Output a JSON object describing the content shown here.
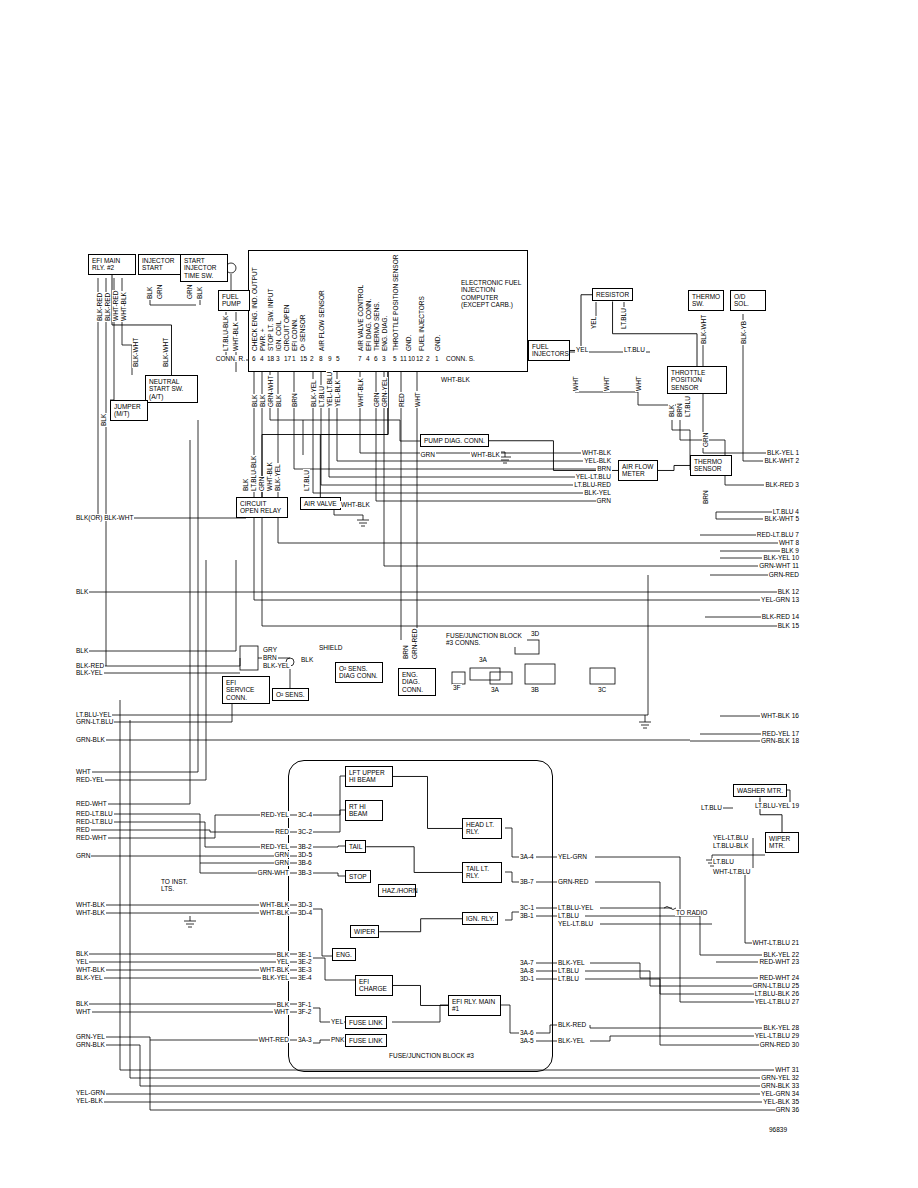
{
  "diagram": {
    "nodes": [
      {
        "text": [
          "ELECTRONIC FUEL INJECTION COMPUTER (EXCEPT CARB.)"
        ]
      },
      {
        "text": [
          "EFI MAIN RLY. #2"
        ]
      },
      {
        "text": [
          "INJECTOR START"
        ]
      },
      {
        "text": [
          "START INJECTOR TIME SW."
        ]
      },
      {
        "text": [
          "FUEL PUMP"
        ]
      },
      {
        "text": [
          "RESISTOR"
        ]
      },
      {
        "text": [
          "FUEL INJECTORS"
        ]
      },
      {
        "text": [
          "THERMO SW."
        ]
      },
      {
        "text": [
          "O/D SOL."
        ]
      },
      {
        "text": [
          "THROTTLE POSITION SENSOR"
        ]
      },
      {
        "text": [
          "THERMO SENSOR"
        ]
      },
      {
        "text": [
          "NEUTRAL START SW. (A/T)"
        ]
      },
      {
        "text": [
          "JUMPER (M/T)"
        ]
      },
      {
        "text": [
          "CIRCUIT OPEN RELAY"
        ]
      },
      {
        "text": [
          "AIR VALVE"
        ]
      },
      {
        "text": [
          "PUMP DIAG. CONN."
        ]
      },
      {
        "text": [
          "AIR FLOW METER"
        ]
      },
      {
        "text": [
          "EFI SERVICE CONN."
        ]
      },
      {
        "text": [
          "O² SENS."
        ]
      },
      {
        "text": [
          "O² SENS. DIAG CONN."
        ]
      },
      {
        "text": [
          "ENG. DIAG. CONN."
        ]
      },
      {
        "text": [
          "FUSE/JUNCTION BLOCK #3"
        ]
      },
      {
        "text": [
          "LFT UPPER HI BEAM"
        ],
        "in": 21
      },
      {
        "text": [
          "RT HI BEAM"
        ],
        "in": 21
      },
      {
        "text": [
          "TAIL"
        ],
        "in": 21
      },
      {
        "text": [
          "STOP"
        ],
        "in": 21
      },
      {
        "text": [
          "HAZ./HORN"
        ],
        "in": 21
      },
      {
        "text": [
          "WIPER"
        ],
        "in": 21
      },
      {
        "text": [
          "ENG."
        ],
        "in": 21
      },
      {
        "text": [
          "EFI CHARGE"
        ],
        "in": 21
      },
      {
        "text": [
          "HEAD LT. RLY."
        ],
        "in": 21
      },
      {
        "text": [
          "TAIL LT. RLY."
        ],
        "in": 21
      },
      {
        "text": [
          "IGN. RLY."
        ],
        "in": 21
      },
      {
        "text": [
          "EFI RLY. MAIN #1"
        ],
        "in": 21
      },
      {
        "text": [
          "FUSE LINK"
        ],
        "in": 21
      },
      {
        "text": [
          "FUSE LINK"
        ],
        "in": 21
      },
      {
        "text": [
          "WASHER MTR."
        ]
      },
      {
        "text": [
          "WIPER MTR."
        ]
      }
    ],
    "edges": [
      {
        "from": 11,
        "to": 1,
        "arrow": "none"
      },
      {
        "from": 2,
        "to": 3,
        "arrow": "none"
      },
      {
        "from": 13,
        "to": 0,
        "arrow": "none"
      },
      {
        "from": 14,
        "to": 0,
        "arrow": "none"
      },
      {
        "from": 16,
        "to": 15,
        "arrow": "none"
      },
      {
        "from": 9,
        "to": 5,
        "arrow": "none"
      },
      {
        "from": 6,
        "to": 5,
        "arrow": "none"
      },
      {
        "from": 10,
        "to": 16,
        "arrow": "none"
      },
      {
        "from": 30,
        "to": 22,
        "arrow": "none"
      },
      {
        "from": 31,
        "to": 24,
        "arrow": "none"
      },
      {
        "from": 32,
        "to": 27,
        "arrow": "none"
      },
      {
        "from": 33,
        "to": 29,
        "arrow": "none"
      },
      {
        "from": 37,
        "to": 36,
        "arrow": "none"
      }
    ],
    "labels": [
      "CHECK ENG. IND. OUTPUT",
      "PWR. +",
      "STOP LT. SW. INPUT",
      "IGN. COIL",
      "CIRCUIT OPEN",
      "EFI CONN.",
      "O² SENSOR",
      "AIR FLOW SENSOR",
      "AIR VALVE CONTROL",
      "EFI DIAG. CONN.",
      "THERMO SENS.",
      "ENG. DIAG.",
      "THROTTLE POSITION SENSOR",
      "GND.",
      "FUEL INJECTORS",
      "GND.",
      "6",
      "4",
      "18",
      "3",
      "17",
      "1",
      "15",
      "2",
      "8",
      "9",
      "5",
      "7",
      "4",
      "6",
      "3",
      "5",
      "11",
      "10",
      "12",
      "2",
      "1",
      "CONN. R.",
      "CONN. S.",
      "BLK",
      "BLK",
      "GRN-WHT",
      "BLK",
      "BRN",
      "BLK-YEL",
      "LT.BLU",
      "YEL-LT.BLU",
      "YEL-BLK",
      "WHT-BLK",
      "GRN",
      "GRN-YEL",
      "RED",
      "WHT",
      "WHT-BLK",
      "BLK-RED",
      "BLK-RED",
      "WHT-RED",
      "WHT-BLK",
      "BLK",
      "GRN",
      "GRN",
      "BLK",
      "LT.BLU-BLK",
      "WHT-BLK",
      "BLK-WHT",
      "BLK-YB",
      "YEL",
      "LT.BLU",
      "YEL",
      "LT.BLU",
      "WHT",
      "WHT",
      "WHT",
      "BLK",
      "BRN",
      "LT.BLU",
      "GRN",
      "BRN",
      "BLK-WHT",
      "BLK-WHT",
      "BLK",
      "BLK",
      "LT.BLU-BLK",
      "GRN",
      "WHT-BLK",
      "BLK-YEL",
      "LT.BLU",
      "WHT-BLK",
      "GRN",
      "WHT-BLK",
      "WHT-BLK",
      "YEL-BLK",
      "BRN",
      "YEL-LT.BLU",
      "LT.BLU-RED",
      "BLK-YEL",
      "GRN",
      "GRY",
      "BRN",
      "BLK-YEL",
      "SHIELD",
      "BLK",
      "BRN",
      "GRN-RED",
      "FUSE/JUNCTION BLOCK #3 CONNS.",
      "3D",
      "3A",
      "3F",
      "3A",
      "3B",
      "3C",
      "BLK(OR) BLK-WHT",
      "BLK",
      "BLK",
      "BLK-RED",
      "BLK-YEL",
      "LT.BLU-YEL",
      "GRN-LT.BLU",
      "GRN-BLK",
      "WHT",
      "RED-YEL",
      "RED-WHT",
      "RED-LT.BLU",
      "RED-LT.BLU",
      "RED",
      "RED-WHT",
      "GRN",
      "WHT-BLK",
      "WHT-BLK",
      "BLK",
      "YEL",
      "WHT-BLK",
      "BLK-YEL",
      "BLK",
      "WHT",
      "GRN-YEL",
      "GRN-BLK",
      "YEL-GRN",
      "YEL-BLK",
      "BLK-YEL 1",
      "BLK-WHT 2",
      "BLK-RED 3",
      "LT.BLU 4",
      "BLK-WHT 5",
      "RED-LT.BLU 7",
      "WHT 8",
      "BLK 9",
      "BLK-YEL 10",
      "GRN-WHT 11",
      "GRN-RED",
      "BLK 12",
      "YEL-GRN 13",
      "BLK-RED 14",
      "BLK 15",
      "WHT-BLK 16",
      "RED-YEL 17",
      "GRN-BLK 18",
      "LT.BLU-YEL 19",
      "WHT-LT.BLU 21",
      "BLK-YEL 22",
      "RED-WHT 23",
      "RED-WHT 24",
      "GRN-LT.BLU 25",
      "LT.BLU-BLK 26",
      "YEL-LT.BLU 27",
      "BLK-YEL 28",
      "YEL-LT.BLU 29",
      "GRN-RED 30",
      "WHT 31",
      "GRN-YEL 32",
      "GRN-BLK 33",
      "YEL-GRN 34",
      "YEL-BLK 35",
      "GRN 36",
      "RED-YEL",
      "RED",
      "RED-YEL",
      "GRN",
      "GRN",
      "GRN-WHT",
      "WHT-BLK",
      "WHT-BLK",
      "BLK",
      "YEL",
      "WHT-BLK",
      "BLK-YEL",
      "BLK",
      "WHT",
      "WHT-RED",
      "3C-4",
      "3C-2",
      "3B-2",
      "3D-5",
      "3B-6",
      "3B-3",
      "3D-3",
      "3D-4",
      "3E-1",
      "3E-2",
      "3E-3",
      "3E-4",
      "3F-1",
      "3F-2",
      "3A-3",
      "3A-4",
      "3B-7",
      "3C-1",
      "3B-1",
      "3A-7",
      "3A-8",
      "3D-1",
      "3A-6",
      "3A-5",
      "YEL-GRN",
      "GRN-RED",
      "LT.BLU-YEL",
      "LT.BLU",
      "YEL-LT.BLU",
      "BLK-YEL",
      "LT.BLU",
      "LT.BLU",
      "BLK-RED",
      "BLK-YEL",
      "YEL",
      "PNK",
      "TO INST. LTS.",
      "TO RADIO",
      "LT.BLU",
      "YEL-LT.BLU",
      "LT.BLU-BLK",
      "LT.BLU",
      "WHT-LT.BLU",
      "96839"
    ]
  }
}
